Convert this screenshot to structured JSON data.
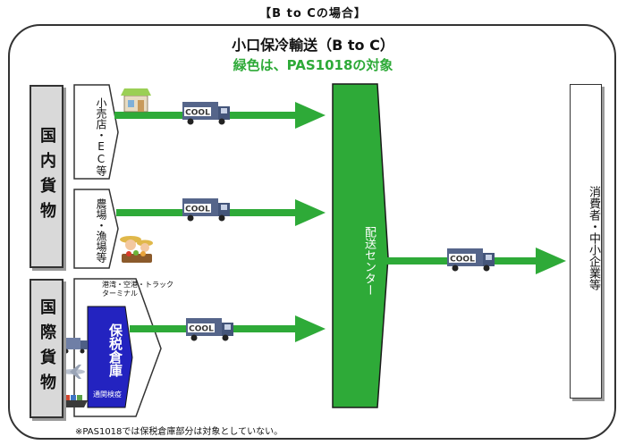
{
  "top_title": "【B to Cの場合】",
  "main_title": "小口保冷輸送（B to C）",
  "subtitle": "緑色は、PAS1018の対象",
  "categories": [
    {
      "label": "国内貨物"
    },
    {
      "label": "国際貨物"
    }
  ],
  "sources": {
    "retail": "小売店・EC等",
    "farm": "農場・漁場等",
    "international": "港湾・空港・トラックターミナル"
  },
  "bonded_warehouse": {
    "label": "保税倉庫",
    "sub": "通関検疫"
  },
  "distribution_center": "配送センター",
  "destination": "消費者・中小企業等",
  "truck_label": "COOL",
  "footnote": "※PAS1018では保税倉庫部分は対象としていない。",
  "colors": {
    "green": "#2eaa38",
    "warehouse_blue": "#2323c0",
    "gray": "#d9d9d9"
  }
}
